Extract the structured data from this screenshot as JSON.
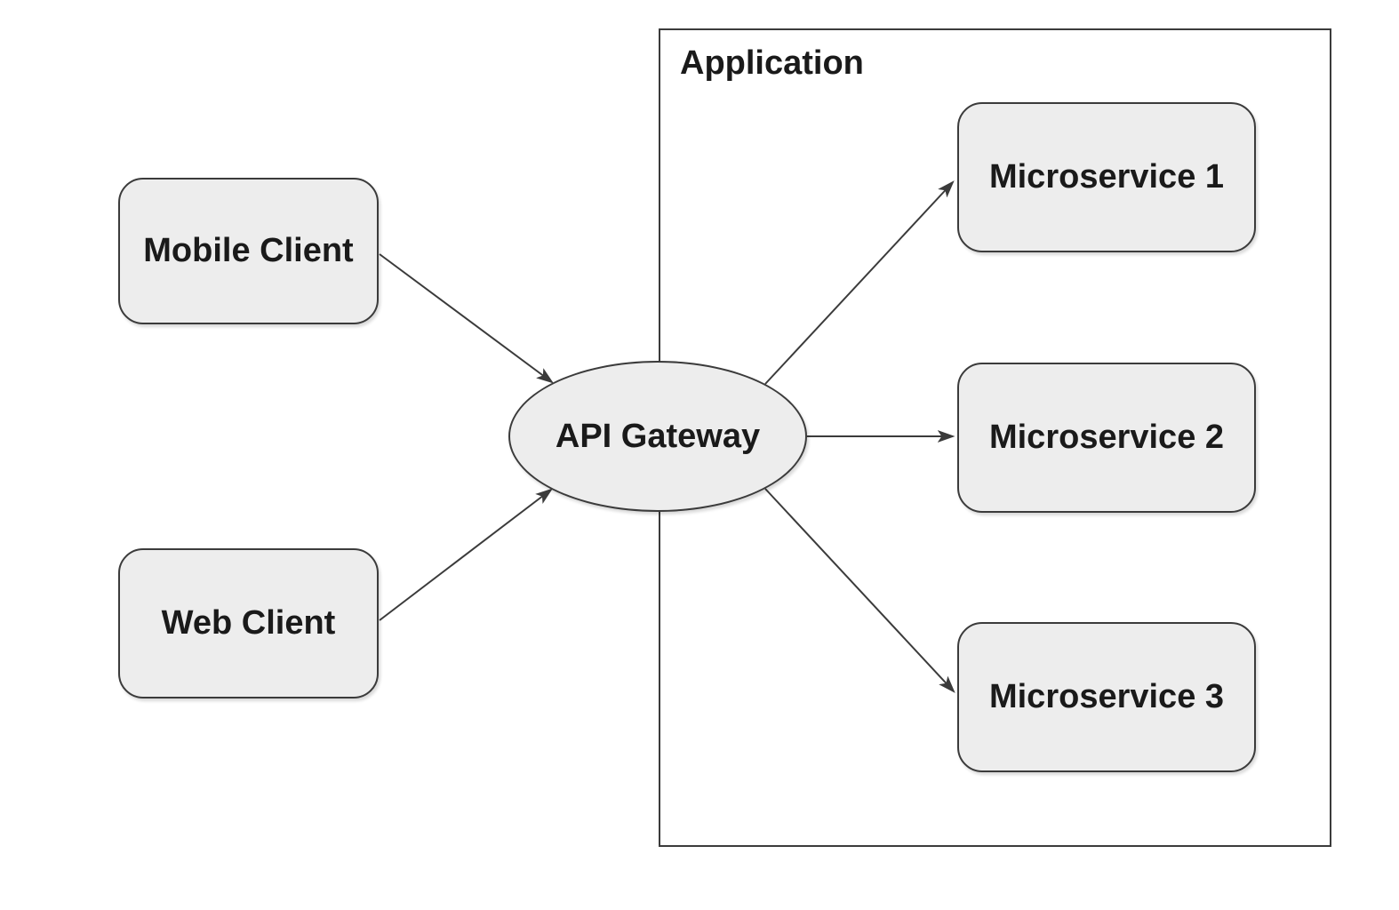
{
  "diagram": {
    "title": "API Gateway microservices architecture",
    "style": {
      "background": "#ffffff",
      "node_fill": "#ededed",
      "stroke": "#3b3b3b",
      "text_color": "#1a1a1a"
    },
    "nodes": {
      "mobile_client": {
        "label": "Mobile Client",
        "shape": "rounded-rectangle"
      },
      "web_client": {
        "label": "Web Client",
        "shape": "rounded-rectangle"
      },
      "api_gateway": {
        "label": "API Gateway",
        "shape": "ellipse"
      },
      "application": {
        "label": "Application",
        "shape": "container-rectangle"
      },
      "microservice_1": {
        "label": "Microservice 1",
        "shape": "rounded-rectangle"
      },
      "microservice_2": {
        "label": "Microservice 2",
        "shape": "rounded-rectangle"
      },
      "microservice_3": {
        "label": "Microservice 3",
        "shape": "rounded-rectangle"
      }
    },
    "edges": [
      {
        "from": "Mobile Client",
        "to": "API Gateway",
        "arrowhead": "filled-triangle"
      },
      {
        "from": "Web Client",
        "to": "API Gateway",
        "arrowhead": "filled-triangle"
      },
      {
        "from": "API Gateway",
        "to": "Microservice 1",
        "arrowhead": "filled-triangle"
      },
      {
        "from": "API Gateway",
        "to": "Microservice 2",
        "arrowhead": "filled-triangle"
      },
      {
        "from": "API Gateway",
        "to": "Microservice 3",
        "arrowhead": "filled-triangle"
      }
    ],
    "containment": {
      "container": "Application",
      "children": [
        "Microservice 1",
        "Microservice 2",
        "Microservice 3"
      ]
    }
  }
}
